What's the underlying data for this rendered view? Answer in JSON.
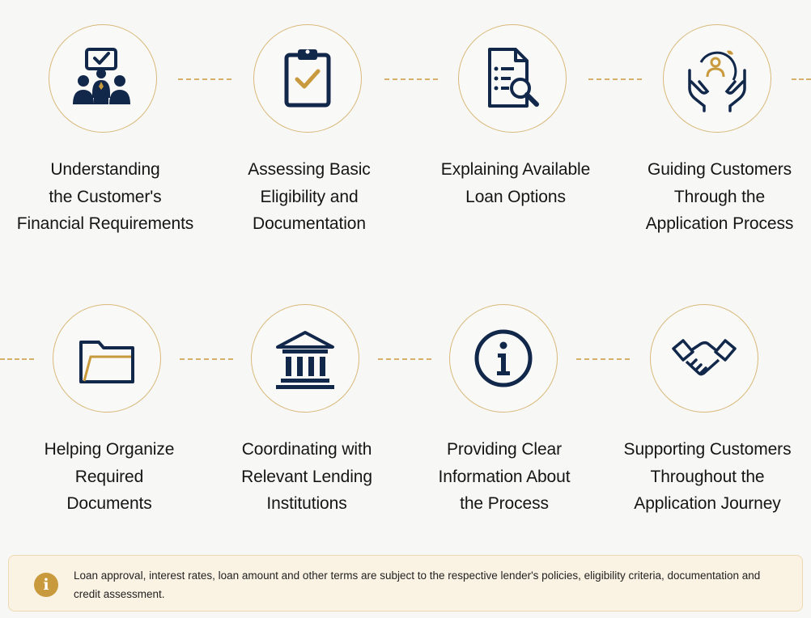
{
  "steps": [
    {
      "label": "Understanding\nthe Customer's\nFinancial Requirements",
      "icon": "consultation-icon"
    },
    {
      "label": "Assessing Basic\nEligibility and\nDocumentation",
      "icon": "clipboard-check-icon"
    },
    {
      "label": "Explaining Available\nLoan Options",
      "icon": "document-search-icon"
    },
    {
      "label": "Guiding Customers\nThrough the\nApplication Process",
      "icon": "hands-person-icon"
    },
    {
      "label": "Helping Organize\nRequired\nDocuments",
      "icon": "folder-icon"
    },
    {
      "label": "Coordinating with\nRelevant Lending\nInstitutions",
      "icon": "bank-icon"
    },
    {
      "label": "Providing Clear\nInformation About\nthe Process",
      "icon": "info-icon"
    },
    {
      "label": "Supporting Customers\nThroughout the\nApplication Journey",
      "icon": "handshake-icon"
    }
  ],
  "notice": {
    "icon": "info-icon",
    "text": "Loan approval,  interest rates, loan amount and other terms are subject to the respective lender's policies, eligibility criteria, documentation and credit assessment."
  },
  "colors": {
    "navy": "#12284b",
    "gold": "#c99a3d",
    "ring": "#d9b979"
  }
}
